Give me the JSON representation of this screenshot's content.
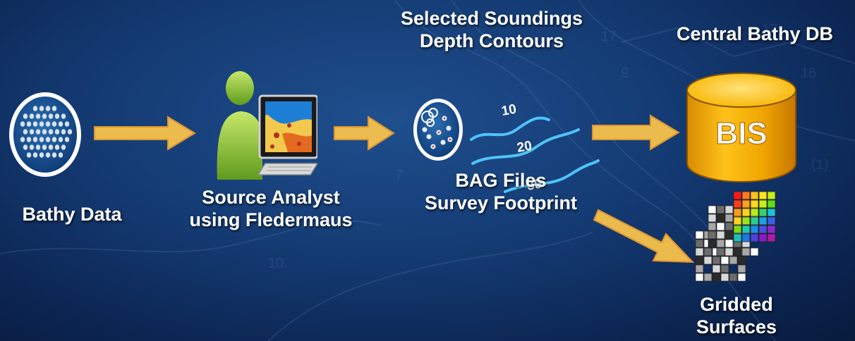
{
  "nodes": {
    "bathy_data": {
      "label": "Bathy Data"
    },
    "analyst": {
      "line1": "Source Analyst",
      "line2": "using Fledermaus"
    },
    "products": {
      "top_line1": "Selected Soundings",
      "top_line2": "Depth Contours",
      "bottom_line1": "BAG Files",
      "bottom_line2": "Survey Footprint",
      "contour_labels": [
        "10",
        "20",
        "30"
      ]
    },
    "database": {
      "title": "Central Bathy DB",
      "cylinder_text": "BIS"
    },
    "gridded": {
      "line1": "Gridded",
      "line2": "Surfaces"
    }
  },
  "colors": {
    "arrow": "#f7c24c",
    "cylinder": "#f5b400",
    "contour": "#4fc3f7",
    "text": "#ffffff"
  }
}
